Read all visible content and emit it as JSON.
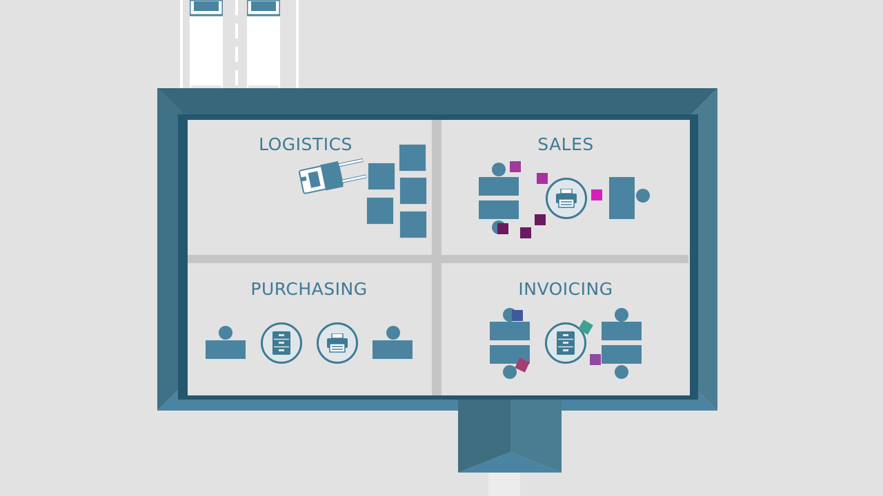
{
  "rooms": {
    "logistics": "LOGISTICS",
    "sales": "SALES",
    "purchasing": "PURCHASING",
    "invoicing": "INVOICING"
  },
  "colors": {
    "background": "#e2e2e2",
    "wall_dark": "#24566e",
    "wall": "#38677a",
    "floor": "#e2e2e2",
    "divider": "#c5c5c5",
    "furniture": "#4a84a0",
    "label": "#3f7a93"
  },
  "icons": [
    "truck-icon",
    "forklift-icon",
    "printer-icon",
    "filing-cabinet-icon",
    "person-icon",
    "desk-icon",
    "document-icon"
  ]
}
